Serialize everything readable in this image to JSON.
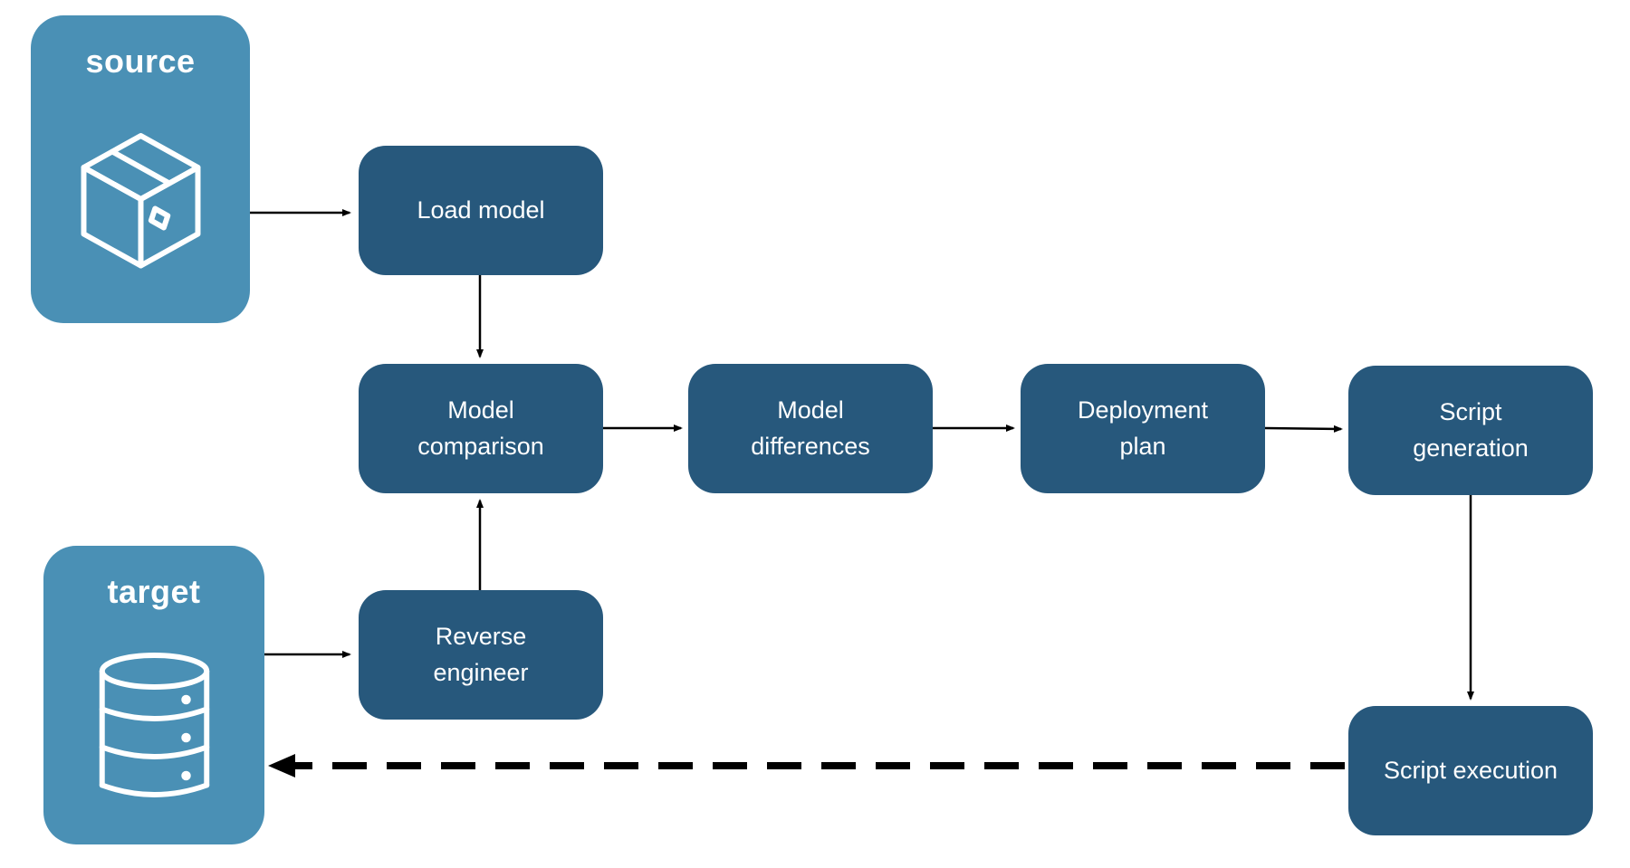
{
  "diagram": {
    "title": "database deployment pipeline flowchart",
    "containers": {
      "source": {
        "label": "source",
        "icon": "package-icon"
      },
      "target": {
        "label": "target",
        "icon": "database-icon"
      }
    },
    "nodes": {
      "load_model": {
        "label": "Load model"
      },
      "model_comparison": {
        "label": "Model comparison"
      },
      "model_differences": {
        "label": "Model differences"
      },
      "deployment_plan": {
        "label": "Deployment plan"
      },
      "script_generation": {
        "label": "Script generation"
      },
      "reverse_engineer": {
        "label": "Reverse engineer"
      },
      "script_execution": {
        "label": "Script execution"
      }
    },
    "edges": [
      {
        "from": "source",
        "to": "load_model",
        "style": "solid"
      },
      {
        "from": "load_model",
        "to": "model_comparison",
        "style": "solid"
      },
      {
        "from": "model_comparison",
        "to": "model_differences",
        "style": "solid"
      },
      {
        "from": "model_differences",
        "to": "deployment_plan",
        "style": "solid"
      },
      {
        "from": "deployment_plan",
        "to": "script_generation",
        "style": "solid"
      },
      {
        "from": "script_generation",
        "to": "script_execution",
        "style": "solid"
      },
      {
        "from": "target",
        "to": "reverse_engineer",
        "style": "solid"
      },
      {
        "from": "reverse_engineer",
        "to": "model_comparison",
        "style": "solid"
      },
      {
        "from": "script_execution",
        "to": "target",
        "style": "dashed"
      }
    ],
    "colors": {
      "container_fill": "#4a90b5",
      "node_fill": "#27587c",
      "text": "#ffffff",
      "arrow": "#000000",
      "background": "#ffffff"
    }
  }
}
